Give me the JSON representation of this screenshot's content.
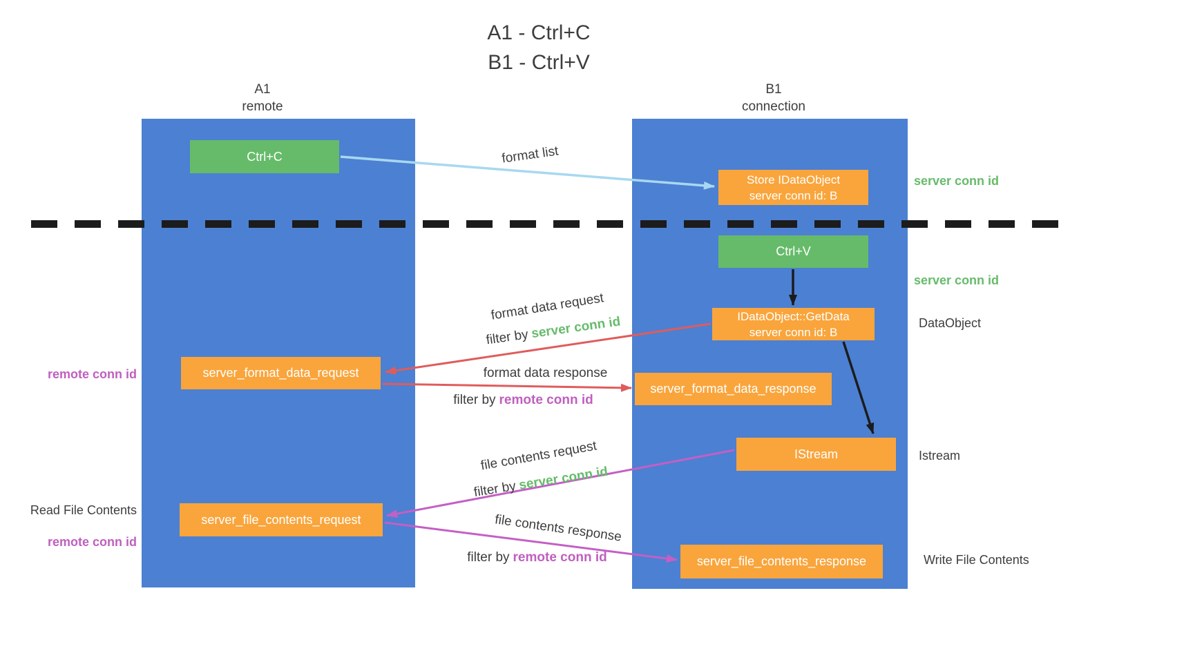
{
  "title": {
    "line1": "A1 - Ctrl+C",
    "line2": "B1 - Ctrl+V"
  },
  "lanes": {
    "a1": {
      "name": "A1",
      "subtitle": "remote"
    },
    "b1": {
      "name": "B1",
      "subtitle": "connection"
    }
  },
  "nodes": {
    "ctrl_c": {
      "label": "Ctrl+C"
    },
    "store_idataobject": {
      "line1": "Store IDataObject",
      "line2": "server conn id: B"
    },
    "ctrl_v": {
      "label": "Ctrl+V"
    },
    "idataobject_getdata": {
      "line1": "IDataObject::GetData",
      "line2": "server conn id: B"
    },
    "server_format_data_request": {
      "label": "server_format_data_request"
    },
    "server_format_data_response": {
      "label": "server_format_data_response"
    },
    "istream": {
      "label": "IStream"
    },
    "server_file_contents_request": {
      "label": "server_file_contents_request"
    },
    "server_file_contents_response": {
      "label": "server_file_contents_response"
    }
  },
  "edge_labels": {
    "format_list": "format list",
    "format_data_request": "format data request",
    "filter_by_1": {
      "prefix": "filter by",
      "highlight": "server conn id"
    },
    "format_data_response": "format data response",
    "filter_by_2": {
      "prefix": "filter by",
      "highlight": "remote conn id"
    },
    "file_contents_request": "file contents request",
    "filter_by_3": {
      "prefix": "filter by",
      "highlight": "server conn id"
    },
    "file_contents_response": "file contents response",
    "filter_by_4": {
      "prefix": "filter by",
      "highlight": "remote conn id"
    }
  },
  "side_labels": {
    "server_conn_id_top": "server conn id",
    "server_conn_id_mid": "server conn id",
    "dataobject": "DataObject",
    "istream": "Istream",
    "write_file_contents": "Write File Contents",
    "remote_conn_id_1": "remote conn id",
    "read_file_contents": "Read File Contents",
    "remote_conn_id_2": "remote conn id"
  },
  "colors": {
    "lane_blue": "#4c80d2",
    "action_green": "#66bb6a",
    "message_orange": "#f9a53c",
    "arrow_light_blue": "#a8d8f0",
    "arrow_red": "#e05c5c",
    "arrow_purple": "#c45fc5",
    "arrow_black": "#1c1c1c",
    "text_dark": "#3d3d3d",
    "highlight_green": "#66bb6a",
    "highlight_purple": "#bf5fbf"
  }
}
